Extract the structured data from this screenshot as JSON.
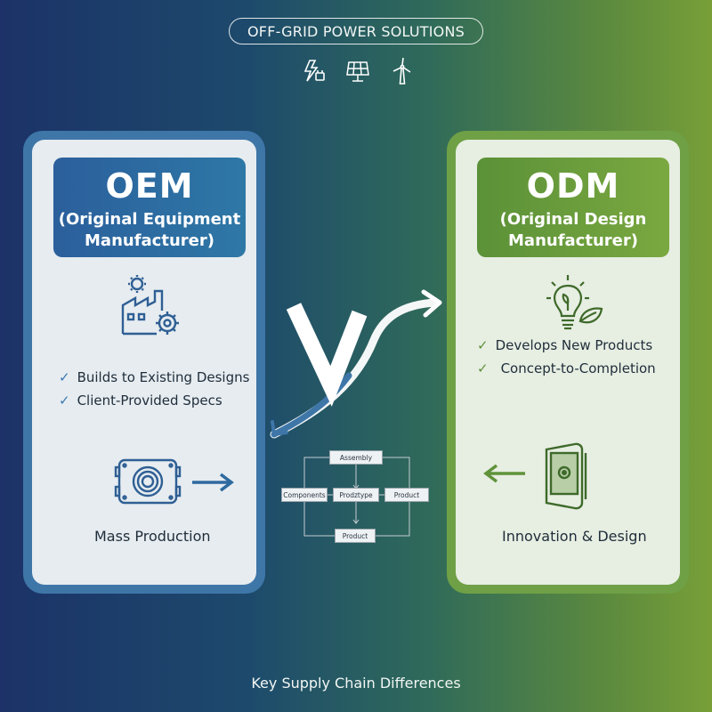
{
  "top_badge": "OFF-GRID POWER SOLUTIONS",
  "top_icons": [
    "lightning-plug-icon",
    "solar-panel-icon",
    "wind-turbine-icon"
  ],
  "oem": {
    "title": "OEM",
    "subtitle_line1": "(Original Equipment",
    "subtitle_line2": "Manufacturer)",
    "icon": "factory-gears-icon",
    "checks": [
      "Builds to Existing Designs",
      "Client-Provided Specs"
    ],
    "bottom_icon": "inverter-device-icon",
    "bottom_label": "Mass Production"
  },
  "odm": {
    "title": "ODM",
    "subtitle_line1": "(Original Design",
    "subtitle_line2": "Manufacturer)",
    "icon": "lightbulb-leaf-icon",
    "checks": [
      "Develops New Products",
      "Concept-to-Completion"
    ],
    "bottom_icon": "tablet-device-icon",
    "bottom_label": "Innovation & Design"
  },
  "vs_label": "VS",
  "flow": {
    "assembly": "Assembly",
    "components": "Components",
    "prototype": "Prodztype",
    "product_right": "Product",
    "product_bottom": "Product"
  },
  "footer": "Key Supply Chain Differences",
  "colors": {
    "oem_accent": "#2e6aa3",
    "odm_accent": "#6a9c3e",
    "bg_left": "#1c3268",
    "bg_right": "#789f38"
  }
}
